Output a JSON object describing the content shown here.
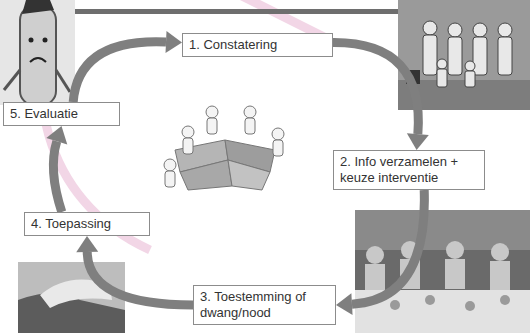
{
  "diagram": {
    "nodes": [
      {
        "text": [
          "1. Constatering"
        ]
      },
      {
        "text": [
          "2. Info verzamelen + keuze interventie"
        ]
      },
      {
        "text": [
          "3. Toestemming of dwang/nood"
        ]
      },
      {
        "text": [
          "4. Toepassing"
        ]
      },
      {
        "text": [
          "5. Evaluatie"
        ]
      }
    ],
    "edges": [
      {
        "from": 0,
        "to": 1,
        "arrow": "to"
      },
      {
        "from": 1,
        "to": 2,
        "arrow": "to"
      },
      {
        "from": 2,
        "to": 3,
        "arrow": "to"
      },
      {
        "from": 3,
        "to": 4,
        "arrow": "to"
      },
      {
        "from": 4,
        "to": 0,
        "arrow": "to"
      }
    ]
  }
}
